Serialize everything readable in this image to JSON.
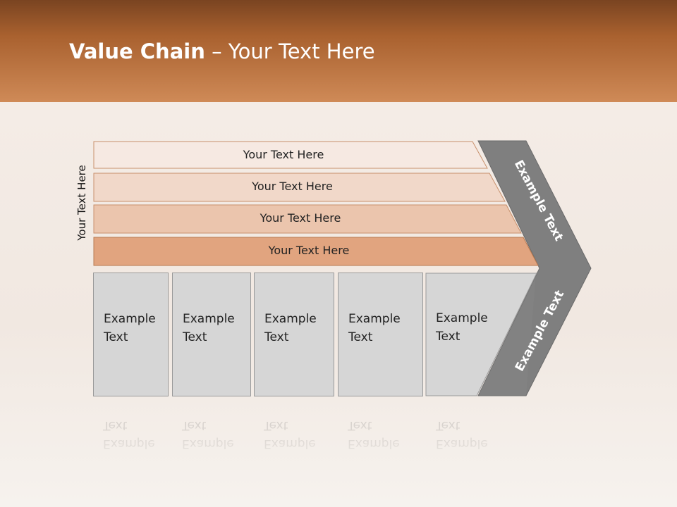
{
  "title": {
    "bold": "Value Chain",
    "rest": " – Your Text Here"
  },
  "side_label": "Your Text Here",
  "bands": [
    {
      "label": "Your Text Here"
    },
    {
      "label": "Your Text Here"
    },
    {
      "label": "Your Text Here"
    },
    {
      "label": "Your Text Here"
    }
  ],
  "columns": [
    {
      "line1": "Example",
      "line2": "Text"
    },
    {
      "line1": "Example",
      "line2": "Text"
    },
    {
      "line1": "Example",
      "line2": "Text"
    },
    {
      "line1": "Example",
      "line2": "Text"
    },
    {
      "line1": "Example",
      "line2": "Text"
    }
  ],
  "arrow": {
    "upper_text": "Example Text",
    "lower_text": "Example Text"
  },
  "colors": {
    "header_top": "#7a4421",
    "header_bottom": "#cf8a57",
    "band1": "#f6e9e2",
    "band2": "#f1d8c9",
    "band3": "#ebc5ad",
    "band4": "#e1a47f",
    "columns": "#d6d6d6",
    "arrow": "#7f7f7f"
  }
}
